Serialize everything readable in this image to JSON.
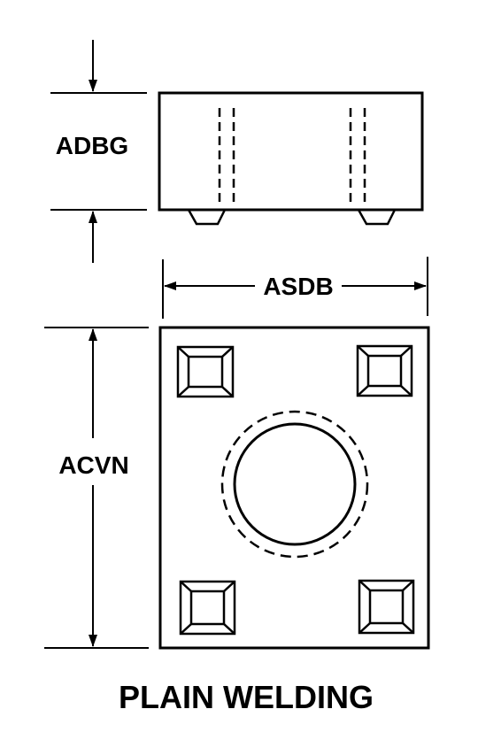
{
  "dimensions": {
    "height_label": "ADBG",
    "width_label": "ASDB",
    "length_label": "ACVN"
  },
  "caption": "PLAIN WELDING",
  "colors": {
    "ink": "#000000",
    "background": "#ffffff"
  }
}
